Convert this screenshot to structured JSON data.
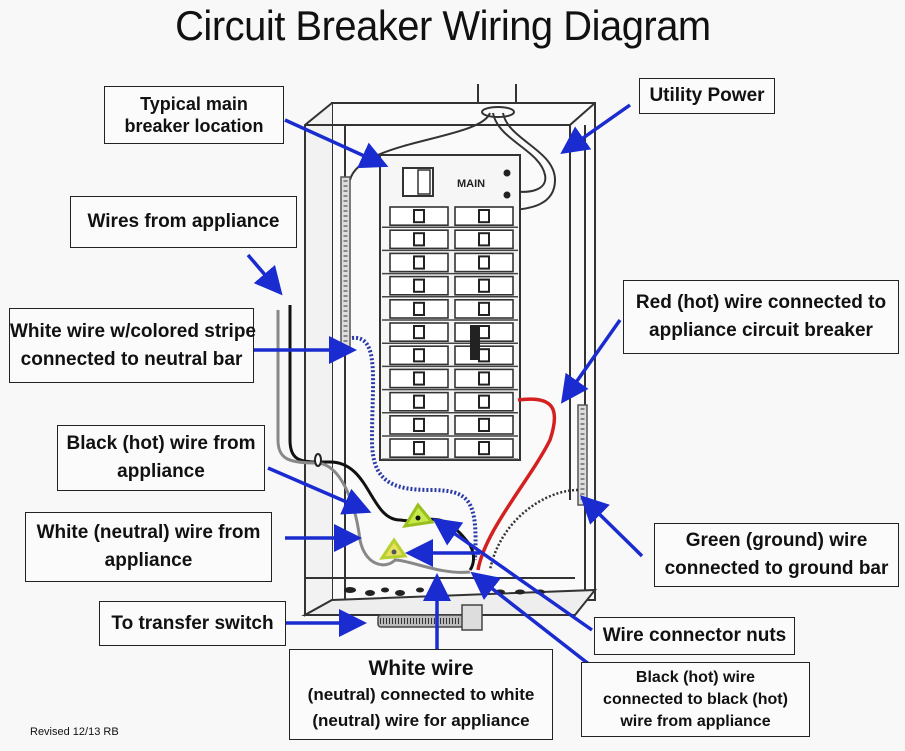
{
  "title": "Circuit Breaker Wiring Diagram",
  "panel": {
    "main_label": "MAIN",
    "breaker_rows": 11
  },
  "labels": {
    "typical_main": [
      "Typical main",
      "breaker location"
    ],
    "utility_power": [
      "Utility Power"
    ],
    "wires_from_appliance": [
      "Wires from appliance"
    ],
    "white_striped": [
      "White wire w/colored stripe",
      "connected to neutral bar"
    ],
    "red_hot": [
      "Red (hot) wire connected to",
      "appliance circuit breaker"
    ],
    "black_hot": [
      "Black (hot) wire from",
      "appliance"
    ],
    "white_neutral": [
      "White (neutral) wire from",
      "appliance"
    ],
    "green_ground": [
      "Green (ground) wire",
      "connected to ground bar"
    ],
    "transfer_switch": [
      "To transfer switch"
    ],
    "connector_nuts": [
      "Wire connector nuts"
    ],
    "white_wire": [
      "White wire",
      "(neutral) connected to white",
      "(neutral) wire for appliance"
    ],
    "black_connected": [
      "Black (hot) wire",
      "connected to black (hot)",
      "wire from appliance"
    ]
  },
  "footer": {
    "revised": "Revised 12/13 RB"
  },
  "colors": {
    "arrow": "#1a2bd0",
    "red_wire": "#d42020",
    "neutral_dotted": "#2a3aa8",
    "connector_nut": "#b6e03a",
    "connector_nut_2": "#e0d020"
  }
}
